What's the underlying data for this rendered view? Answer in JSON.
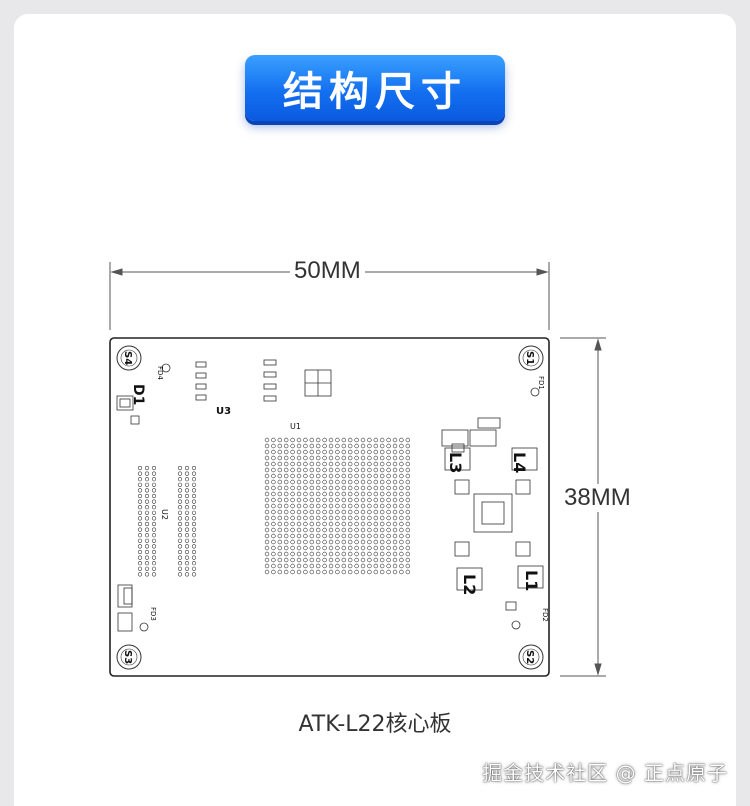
{
  "title": "结构尺寸",
  "dimensions": {
    "width": "50MM",
    "height": "38MM"
  },
  "board": {
    "caption": "ATK-L22核心板",
    "corner_labels": [
      "S4",
      "S1",
      "S3",
      "S2"
    ],
    "fiducials": [
      "FD4",
      "FD1",
      "FD3",
      "FD2"
    ],
    "components": [
      "D1",
      "U3",
      "U1",
      "U2",
      "L1",
      "L2",
      "L3",
      "L4"
    ]
  },
  "watermark": "掘金技术社区 @ 正点原子",
  "colors": {
    "badge": "#1470f0",
    "text": "#333333",
    "outline": "#222222"
  }
}
